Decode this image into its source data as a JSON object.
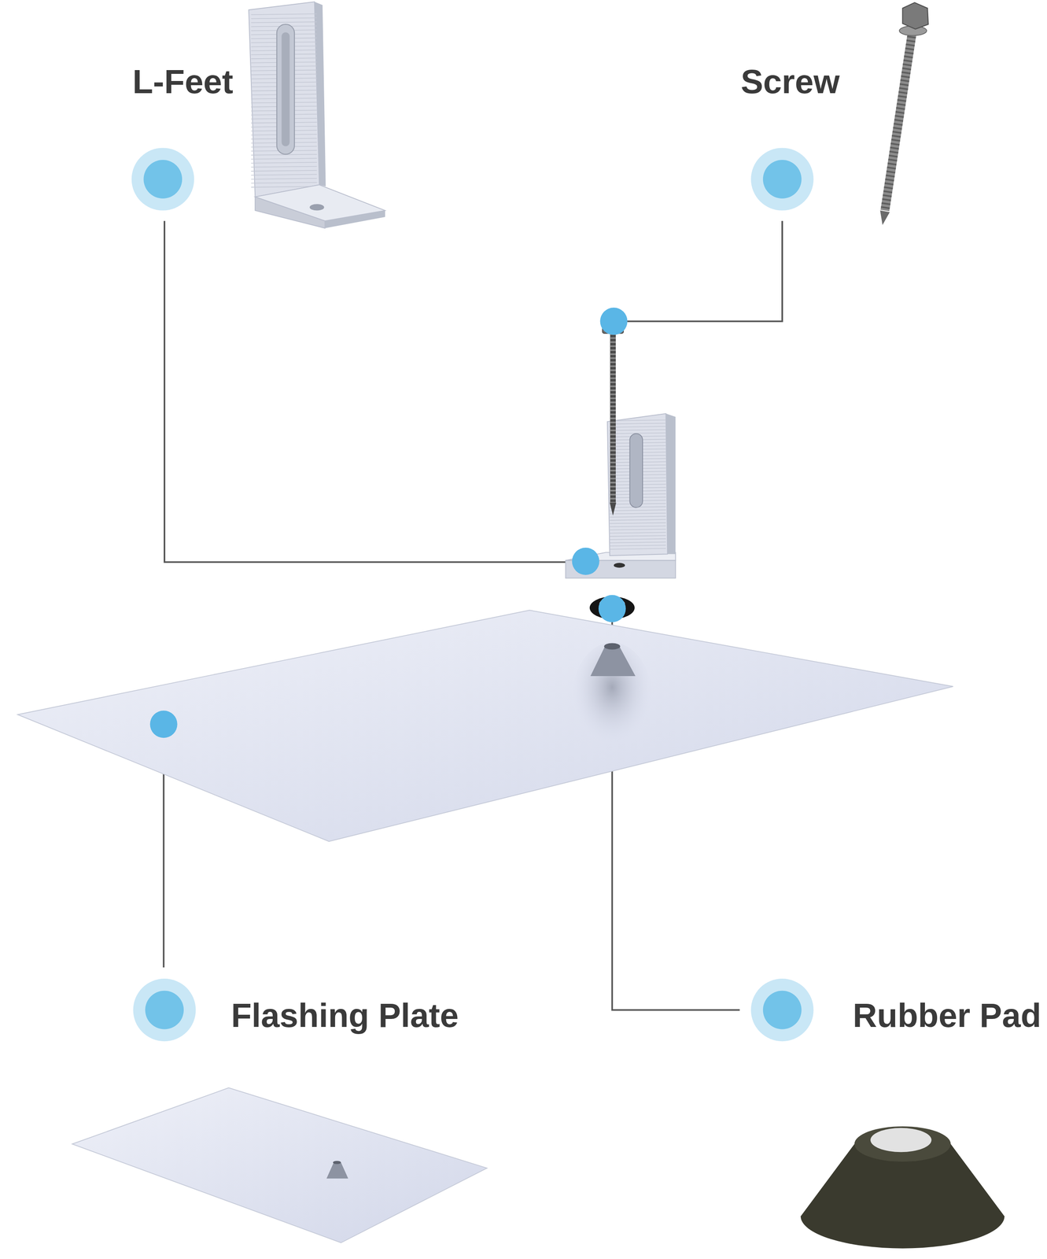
{
  "diagram": {
    "labels": [
      "L-Feet",
      "Screw",
      "Flashing Plate",
      "Rubber Pad"
    ]
  }
}
